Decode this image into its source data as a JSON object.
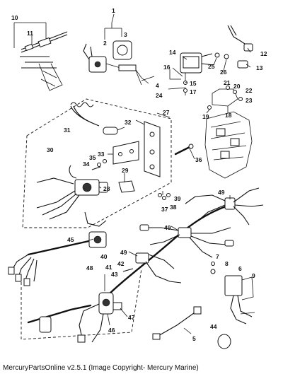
{
  "diagram": {
    "callouts": {
      "c1": "1",
      "c2": "2",
      "c3": "3",
      "c4": "4",
      "c5": "5",
      "c6": "6",
      "c7": "7",
      "c8": "8",
      "c9": "9",
      "c10": "10",
      "c11": "11",
      "c12": "12",
      "c13": "13",
      "c14": "14",
      "c15": "15",
      "c16": "16",
      "c17": "17",
      "c18": "18",
      "c19": "19",
      "c20": "20",
      "c21": "21",
      "c22": "22",
      "c23": "23",
      "c24": "24",
      "c25": "25",
      "c26": "26",
      "c27": "27",
      "c28": "28",
      "c29": "29",
      "c30": "30",
      "c31": "31",
      "c32": "32",
      "c33": "33",
      "c34": "34",
      "c35": "35",
      "c36": "36",
      "c37": "37",
      "c38": "38",
      "c39": "39",
      "c40": "40",
      "c41": "41",
      "c42": "42",
      "c43": "43",
      "c44": "44",
      "c45": "45",
      "c46": "46",
      "c47": "47",
      "c48": "48",
      "c49a": "49",
      "c49b": "49",
      "c49c": "49"
    }
  },
  "footer": {
    "text": "MercuryPartsOnline v2.5.1 (Image Copyright- Mercury Marine)"
  }
}
